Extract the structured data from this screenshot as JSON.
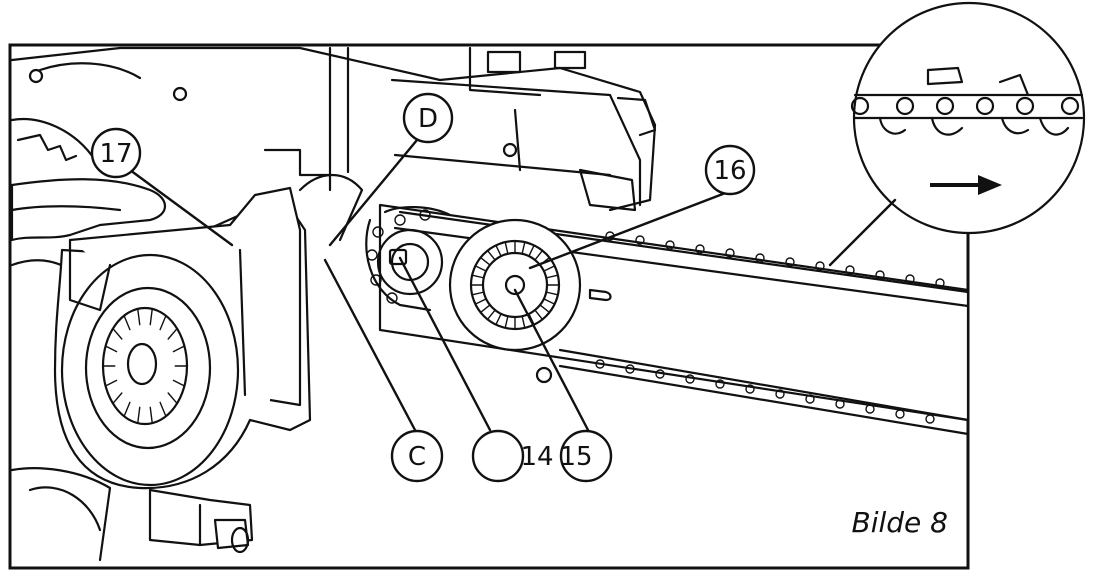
{
  "figure_caption": "Bilde 8",
  "callouts": {
    "d": "D",
    "c": "C",
    "n14": "14",
    "n15": "15",
    "n16": "16",
    "n17": "17"
  },
  "colors": {
    "line": "#111111",
    "background": "#ffffff"
  },
  "icons": {
    "direction": "arrow-right-icon"
  }
}
